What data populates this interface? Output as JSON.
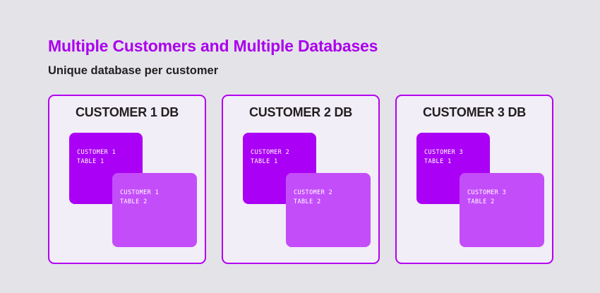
{
  "page": {
    "background_color": "#e4e3e8",
    "title": "Multiple Customers and Multiple Databases",
    "subtitle": "Unique database per customer",
    "title_color": "#aa00ee",
    "subtitle_color": "#231f20"
  },
  "theme": {
    "card_background": "#f2eef7",
    "card_border": "#b400f0",
    "table_1_color": "#aa00f5",
    "table_2_color": "#c44dfa",
    "table_text_color": "#ffffff"
  },
  "cards": [
    {
      "title": "CUSTOMER 1 DB",
      "tables": [
        {
          "line1": "CUSTOMER 1",
          "line2": "TABLE 1",
          "text": "CUSTOMER 1\nTABLE 1"
        },
        {
          "line1": "CUSTOMER 1",
          "line2": "TABLE 2",
          "text": "CUSTOMER 1\nTABLE 2"
        }
      ]
    },
    {
      "title": "CUSTOMER 2 DB",
      "tables": [
        {
          "line1": "CUSTOMER 2",
          "line2": "TABLE 1",
          "text": "CUSTOMER 2\nTABLE 1"
        },
        {
          "line1": "CUSTOMER 2",
          "line2": "TABLE 2",
          "text": "CUSTOMER 2\nTABLE 2"
        }
      ]
    },
    {
      "title": "CUSTOMER 3 DB",
      "tables": [
        {
          "line1": "CUSTOMER 3",
          "line2": "TABLE 1",
          "text": "CUSTOMER 3\nTABLE 1"
        },
        {
          "line1": "CUSTOMER 3",
          "line2": "TABLE 2",
          "text": "CUSTOMER 3\nTABLE 2"
        }
      ]
    }
  ]
}
